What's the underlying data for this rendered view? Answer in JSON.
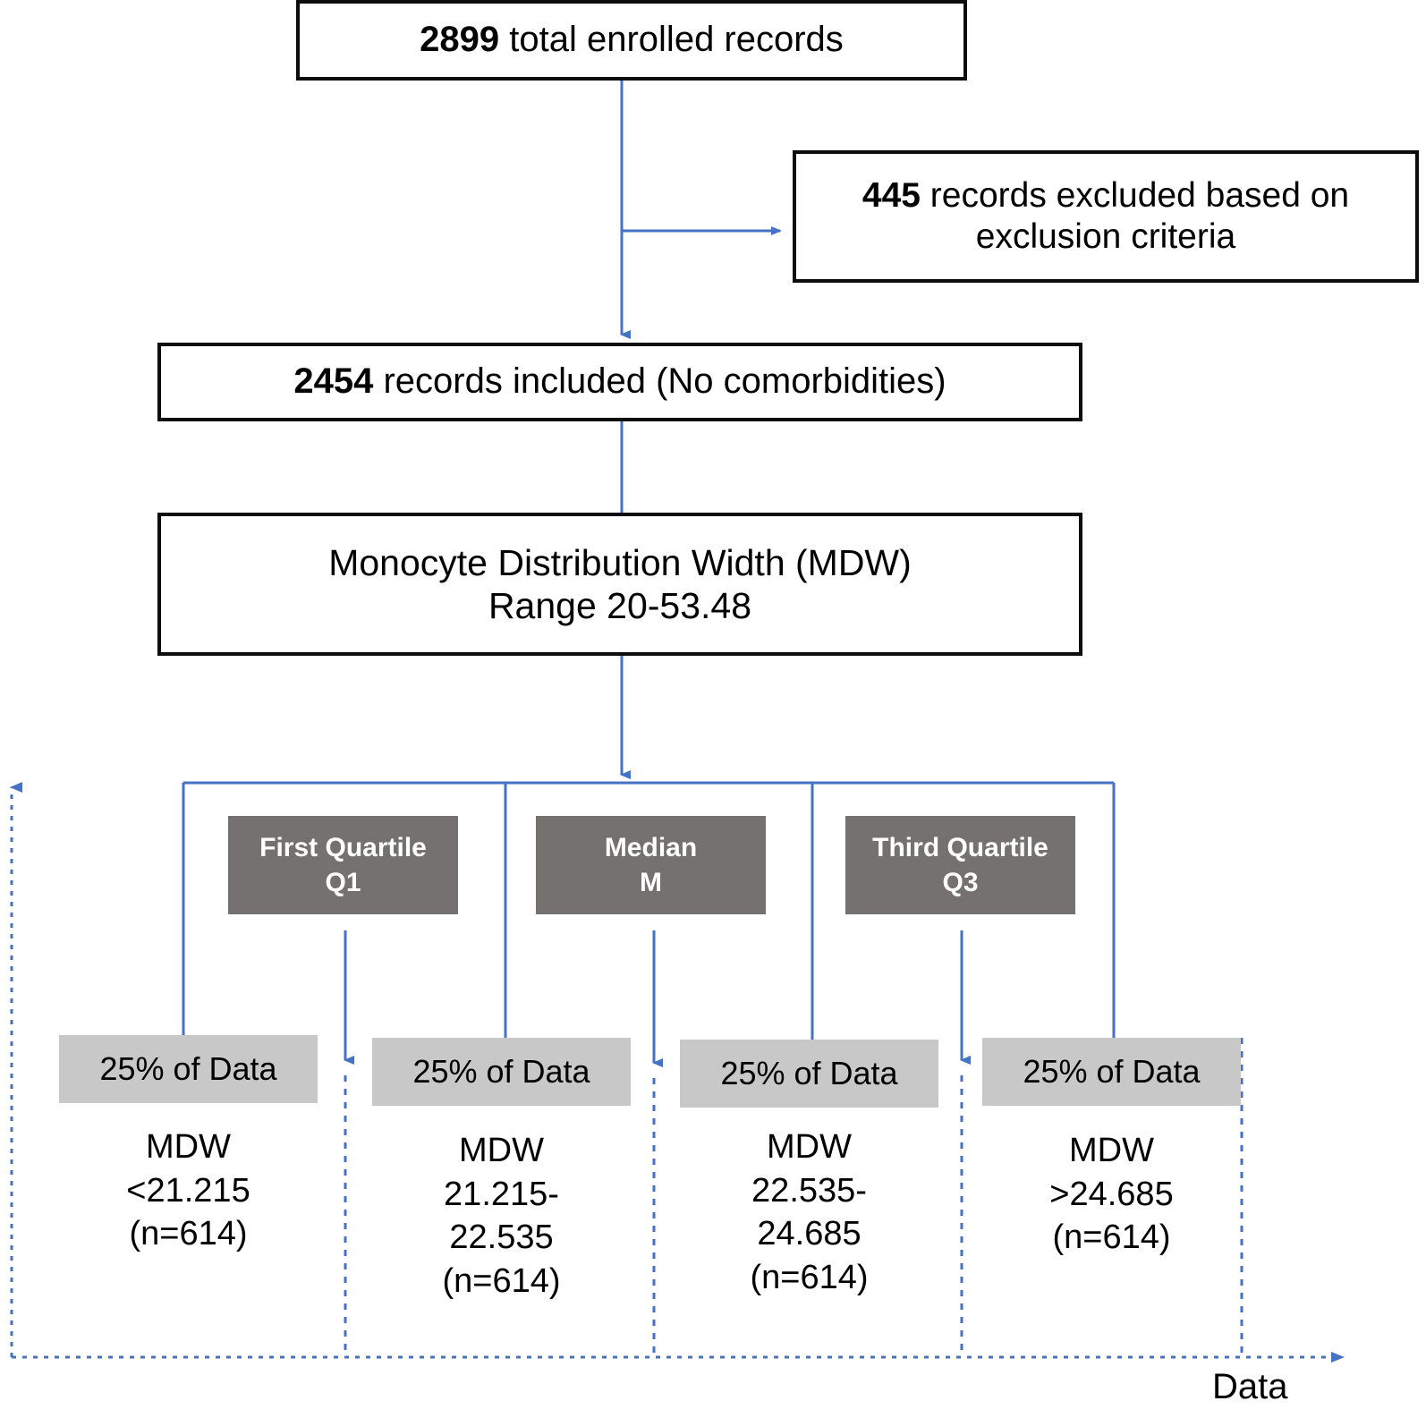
{
  "diagram": {
    "title": "MDW quartile stratification flow diagram",
    "colors": {
      "connector": "#4472c4",
      "box_border": "#0d0d0d",
      "quartile_fill": "#767171",
      "bin_fill": "#c8c8c8",
      "text": "#000000",
      "quartile_text": "#ffffff",
      "background": "#ffffff"
    }
  },
  "nodes": {
    "enrolled": {
      "count": "2899",
      "text": " total enrolled records",
      "full": "2899 total enrolled records"
    },
    "excluded": {
      "count": "445",
      "text": " records excluded based on exclusion criteria",
      "full": "445 records excluded based on exclusion criteria"
    },
    "included": {
      "count": "2454",
      "text": " records included (No comorbidities)",
      "full": "2454 records included (No comorbidities)"
    },
    "mdw": {
      "line1": "Monocyte Distribution Width (MDW)",
      "line2": "Range 20-53.48"
    }
  },
  "quartiles": [
    {
      "id": "q1",
      "line1": "First Quartile",
      "line2": "Q1",
      "value": 21.215
    },
    {
      "id": "m",
      "line1": "Median",
      "line2": "M",
      "value": 22.535
    },
    {
      "id": "q3",
      "line1": "Third Quartile",
      "line2": "Q3",
      "value": 24.685
    }
  ],
  "bins": [
    {
      "id": "bin1",
      "share_label": "25% of Data",
      "caption": "MDW\n<21.215\n(n=614)",
      "metric": "MDW",
      "range_text": "<21.215",
      "n_text": "(n=614)",
      "n": 614
    },
    {
      "id": "bin2",
      "share_label": "25% of Data",
      "caption": "MDW\n21.215-\n22.535\n(n=614)",
      "metric": "MDW",
      "range_text": "21.215-22.535",
      "n_text": "(n=614)",
      "n": 614
    },
    {
      "id": "bin3",
      "share_label": "25% of Data",
      "caption": "MDW\n22.535-\n24.685\n(n=614)",
      "metric": "MDW",
      "range_text": "22.535-24.685",
      "n_text": "(n=614)",
      "n": 614
    },
    {
      "id": "bin4",
      "share_label": "25% of Data",
      "caption": "MDW\n>24.685\n(n=614)",
      "metric": "MDW",
      "range_text": ">24.685",
      "n_text": "(n=614)",
      "n": 614
    }
  ],
  "axes": {
    "x_label": "Data",
    "y_label": ""
  }
}
